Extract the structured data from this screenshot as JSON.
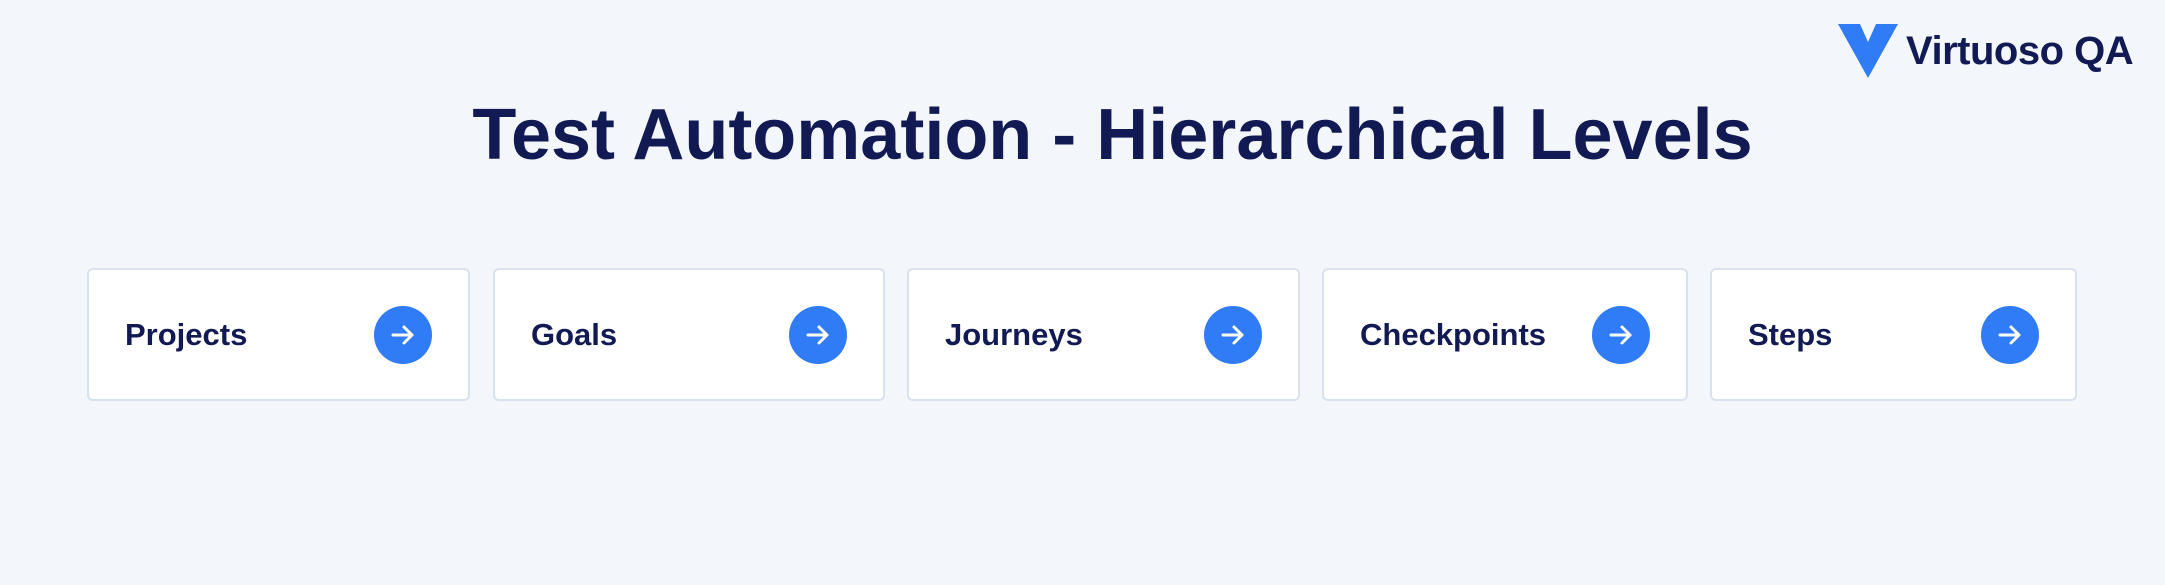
{
  "brand": {
    "name": "Virtuoso QA",
    "accent": "#2f7cf6",
    "dark": "#121a54"
  },
  "title": "Test Automation - Hierarchical Levels",
  "levels": [
    {
      "label": "Projects",
      "icon": "arrow-right-icon"
    },
    {
      "label": "Goals",
      "icon": "arrow-right-icon"
    },
    {
      "label": "Journeys",
      "icon": "arrow-right-icon"
    },
    {
      "label": "Checkpoints",
      "icon": "arrow-right-icon"
    },
    {
      "label": "Steps",
      "icon": "arrow-right-icon"
    }
  ]
}
